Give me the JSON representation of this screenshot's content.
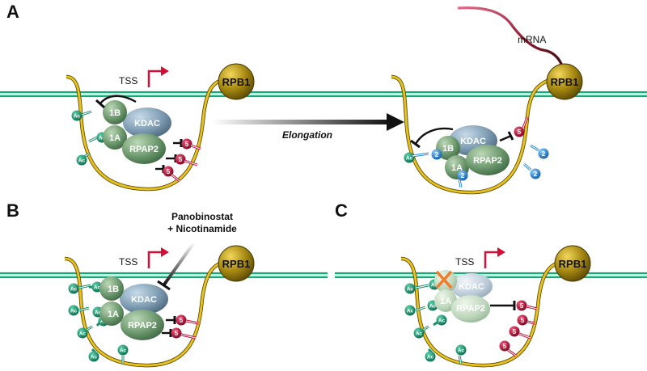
{
  "panels": {
    "a": "A",
    "b": "B",
    "c": "C"
  },
  "labels": {
    "tss": "TSS",
    "rpb1": "RPB1",
    "mrna": "mRNA",
    "elongation": "Elongation",
    "kdac": "KDAC",
    "rpap2": "RPAP2",
    "sub_1a": "1A",
    "sub_1b": "1B",
    "ac": "Ac",
    "ser5": "5",
    "ser2": "2",
    "drug_line1": "Panobinostat",
    "drug_line2": "+ Nicotinamide"
  },
  "colors": {
    "dna": "#1aa57a",
    "ctd_loop": "#e8c21f",
    "rpb1": "#9a7d0b",
    "ac_mark": "#1b8e6b",
    "ser5_mark": "#c0123b",
    "ser2_mark": "#2a8fd6",
    "kdac": "#6f8fa6",
    "integrator": "#5f8a62",
    "tss_arrow": "#d01036",
    "mrna": "#8b1a2e",
    "inhibition_x": "#f07b2a"
  }
}
